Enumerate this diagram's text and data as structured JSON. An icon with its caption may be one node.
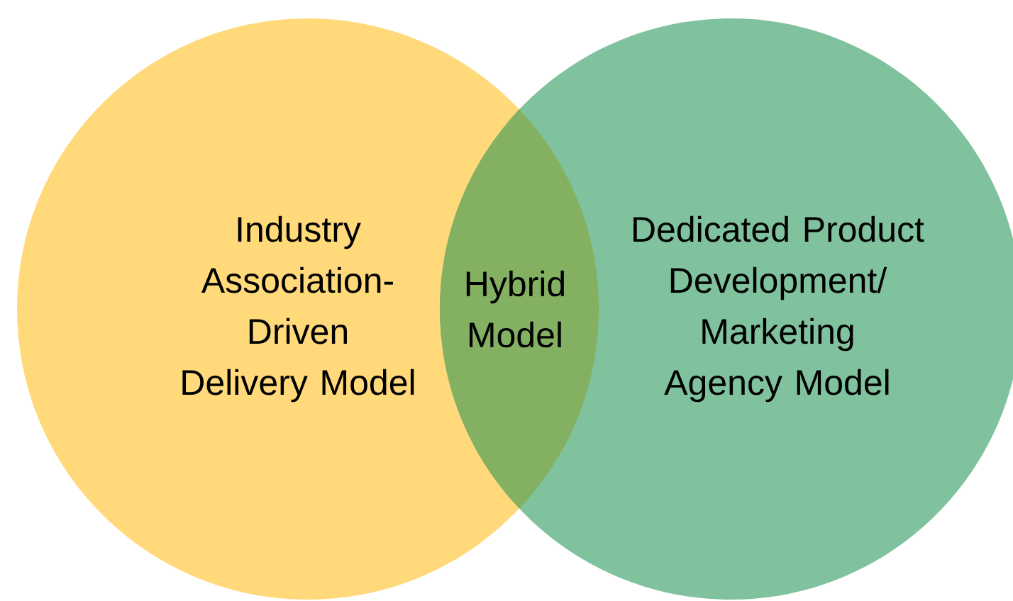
{
  "diagram": {
    "nodes": [
      {
        "text": [
          "Industry Association-Driven Delivery Model"
        ]
      },
      {
        "text": [
          "Dedicated Product Development/ Marketing Agency Model"
        ]
      },
      {
        "text": [
          "Hybrid Model"
        ]
      }
    ]
  }
}
